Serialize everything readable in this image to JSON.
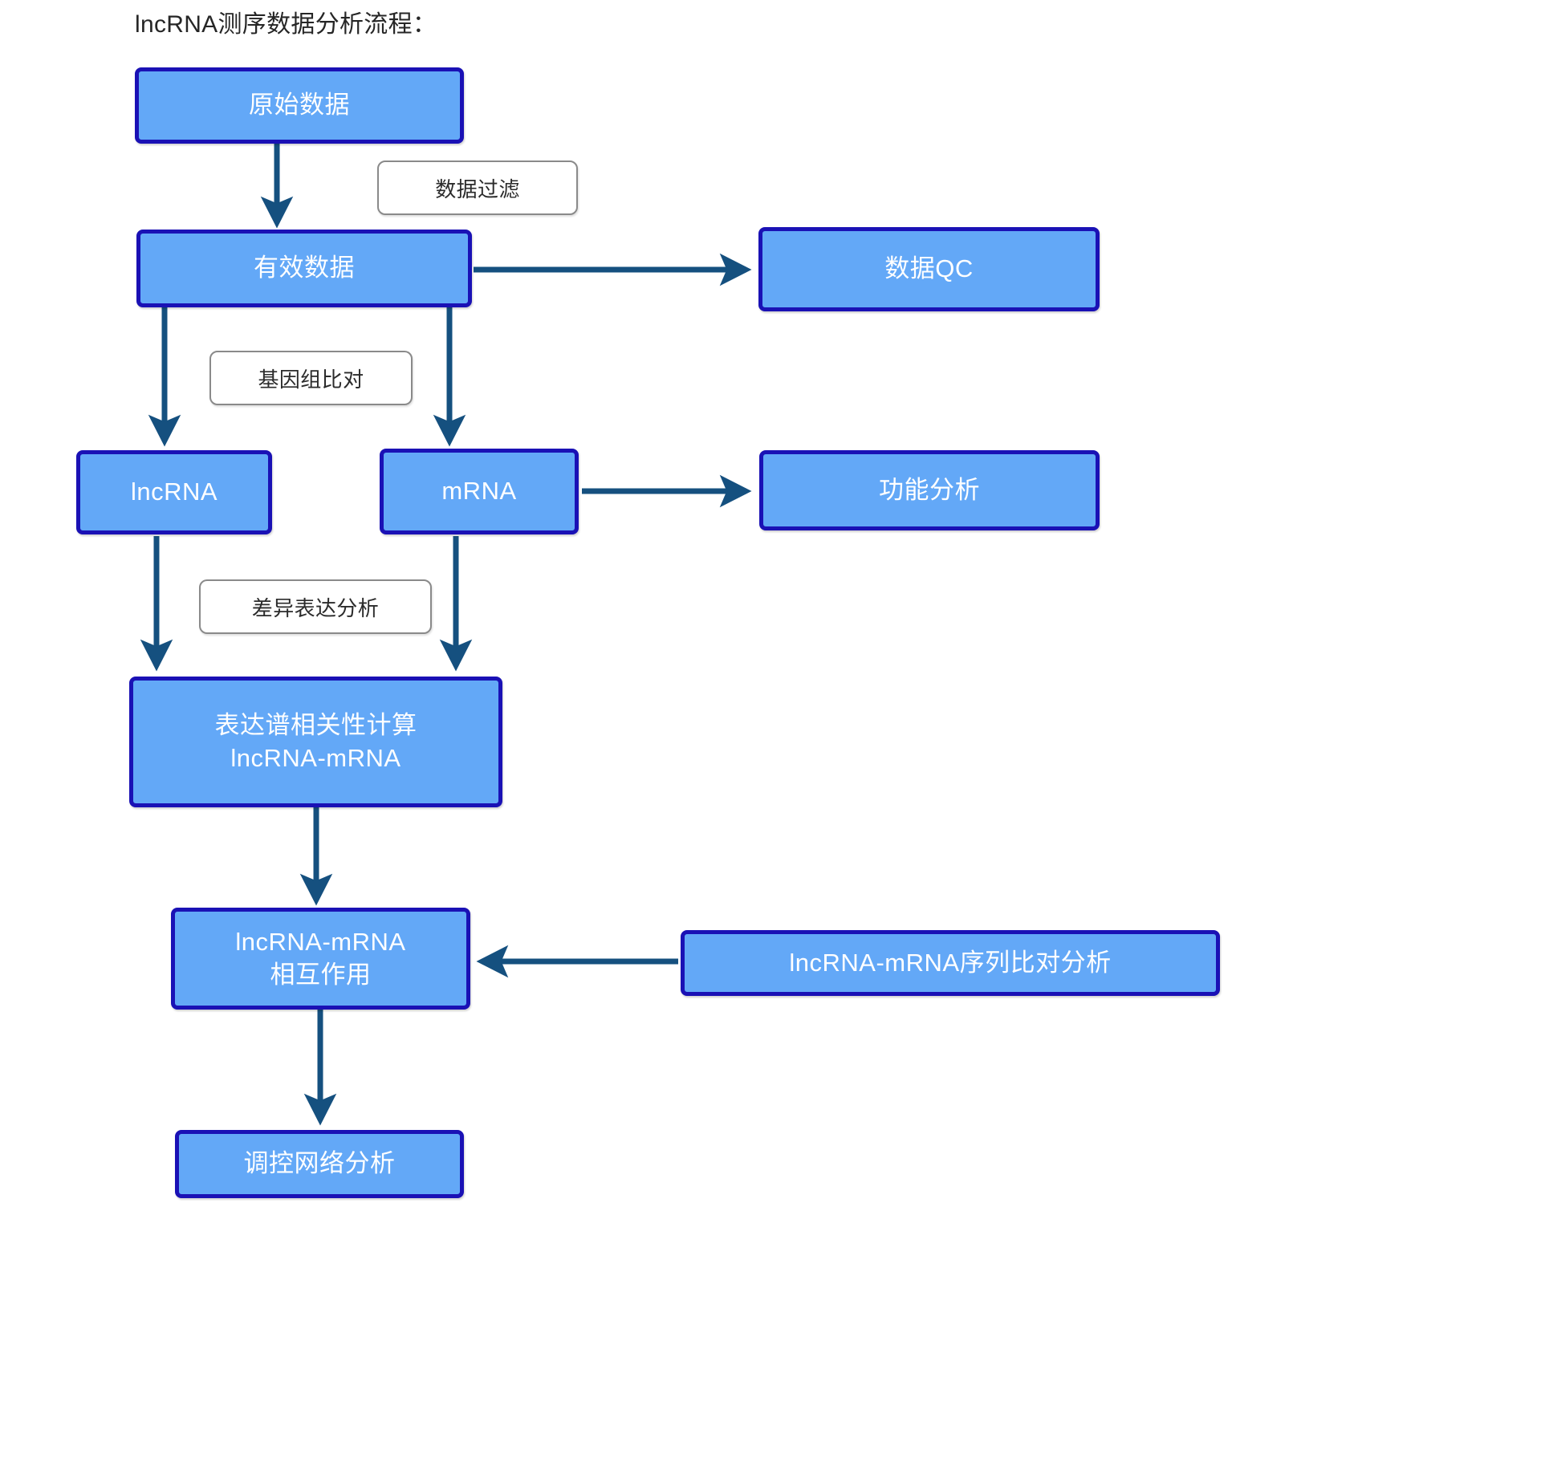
{
  "title": "lncRNA测序数据分析流程：",
  "colors": {
    "node_fill": "#63a8f7",
    "node_border": "#1a11b5",
    "node_text": "#ffffff",
    "edge_line": "#15507f",
    "edge_label_border": "#8a8a8a",
    "edge_label_text": "#2b2b2b",
    "background": "#ffffff"
  },
  "nodes": {
    "raw_data": "原始数据",
    "valid_data": "有效数据",
    "data_qc": "数据QC",
    "lncrna": "lncRNA",
    "mrna": "mRNA",
    "function_analysis": "功能分析",
    "correlation": "表达谱相关性计算\nlncRNA-mRNA",
    "interaction": "lncRNA-mRNA\n相互作用",
    "seq_alignment": "lncRNA-mRNA序列比对分析",
    "network": "调控网络分析"
  },
  "edge_labels": {
    "data_filter": "数据过滤",
    "genome_alignment": "基因组比对",
    "diff_expression": "差异表达分析"
  },
  "chart_data": {
    "type": "table",
    "title": "lncRNA测序数据分析流程：",
    "flow_edges": [
      {
        "from": "原始数据",
        "to": "有效数据",
        "label": "数据过滤",
        "direction": "down"
      },
      {
        "from": "有效数据",
        "to": "数据QC",
        "label": "",
        "direction": "right"
      },
      {
        "from": "有效数据",
        "to": "lncRNA",
        "label": "基因组比对",
        "direction": "down"
      },
      {
        "from": "有效数据",
        "to": "mRNA",
        "label": "基因组比对",
        "direction": "down"
      },
      {
        "from": "mRNA",
        "to": "功能分析",
        "label": "",
        "direction": "right"
      },
      {
        "from": "lncRNA",
        "to": "表达谱相关性计算 lncRNA-mRNA",
        "label": "差异表达分析",
        "direction": "down"
      },
      {
        "from": "mRNA",
        "to": "表达谱相关性计算 lncRNA-mRNA",
        "label": "差异表达分析",
        "direction": "down"
      },
      {
        "from": "表达谱相关性计算 lncRNA-mRNA",
        "to": "lncRNA-mRNA 相互作用",
        "label": "",
        "direction": "down"
      },
      {
        "from": "lncRNA-mRNA序列比对分析",
        "to": "lncRNA-mRNA 相互作用",
        "label": "",
        "direction": "left"
      },
      {
        "from": "lncRNA-mRNA 相互作用",
        "to": "调控网络分析",
        "label": "",
        "direction": "down"
      }
    ]
  }
}
